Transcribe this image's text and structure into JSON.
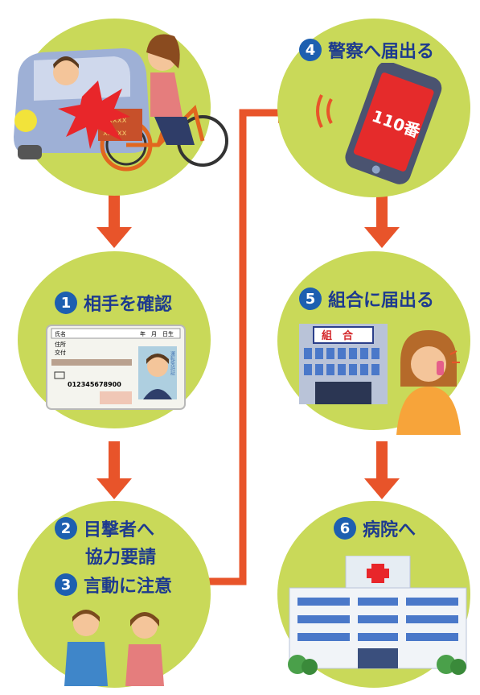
{
  "colors": {
    "circle": "#c9d959",
    "arrow": "#e8542a",
    "step_number_bg": "#1d5fb0",
    "step_text": "#1d3a8f"
  },
  "steps": [
    {
      "number": "1",
      "label": "相手を確認"
    },
    {
      "number": "2",
      "label_line1": "目撃者へ",
      "label_line2": "協力要請"
    },
    {
      "number": "3",
      "label": "言動に注意"
    },
    {
      "number": "4",
      "label": "警察へ届出る"
    },
    {
      "number": "5",
      "label": "組合に届出る"
    },
    {
      "number": "6",
      "label": "病院へ"
    }
  ],
  "license_card": {
    "name_label": "氏名",
    "date_label": "年　月　日生",
    "address_label": "住所",
    "issue_label": "交付",
    "number": "012345678900",
    "vertical_label": "運転免許証"
  },
  "phone_screen_text": "110番",
  "union_sign": "組　合",
  "icons": [
    "car-bicycle-accident-icon",
    "smartphone-icon",
    "union-building-icon",
    "woman-on-phone-icon",
    "hospital-icon",
    "people-talking-icon",
    "driver-license-icon"
  ]
}
